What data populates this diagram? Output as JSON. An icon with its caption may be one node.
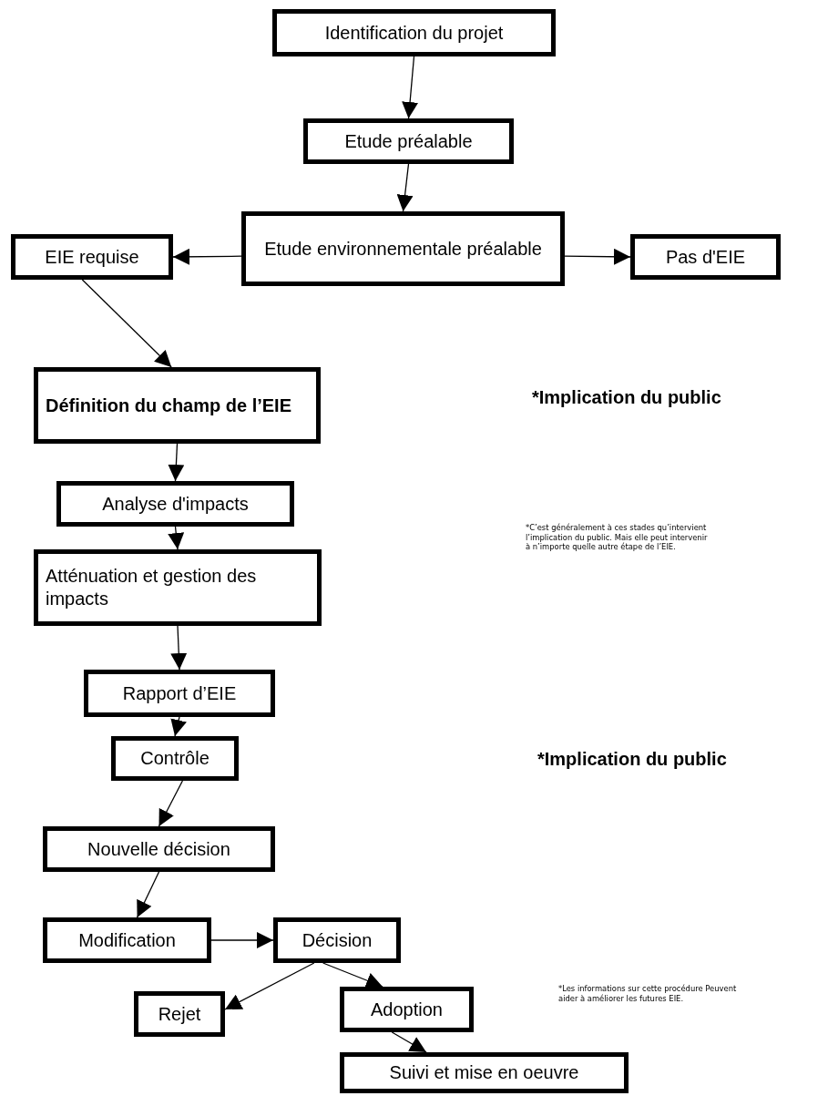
{
  "diagram": {
    "nodes": [
      {
        "text": [
          "Identification du projet"
        ]
      },
      {
        "text": [
          "Etude préalable"
        ]
      },
      {
        "text": [
          "Etude environnementale préalable"
        ]
      },
      {
        "text": [
          "EIE requise"
        ]
      },
      {
        "text": [
          "Pas d'EIE"
        ]
      },
      {
        "text": [
          "Définition du champ de l’EIE"
        ]
      },
      {
        "text": [
          "Analyse d'impacts"
        ]
      },
      {
        "text": [
          "Atténuation et gestion des impacts"
        ]
      },
      {
        "text": [
          "Rapport d’EIE"
        ]
      },
      {
        "text": [
          "Contrôle"
        ]
      },
      {
        "text": [
          "Nouvelle décision"
        ]
      },
      {
        "text": [
          "Modification"
        ]
      },
      {
        "text": [
          "Décision"
        ]
      },
      {
        "text": [
          "Rejet"
        ]
      },
      {
        "text": [
          "Adoption"
        ]
      },
      {
        "text": [
          "Suivi et mise en oeuvre"
        ]
      }
    ],
    "edges": [
      {
        "from": 0,
        "to": 1,
        "arrow": "to"
      },
      {
        "from": 1,
        "to": 2,
        "arrow": "to"
      },
      {
        "from": 2,
        "to": 3,
        "arrow": "to"
      },
      {
        "from": 2,
        "to": 4,
        "arrow": "to"
      },
      {
        "from": 3,
        "to": 5,
        "arrow": "to"
      },
      {
        "from": 5,
        "to": 6,
        "arrow": "to"
      },
      {
        "from": 6,
        "to": 7,
        "arrow": "to"
      },
      {
        "from": 7,
        "to": 8,
        "arrow": "to"
      },
      {
        "from": 8,
        "to": 9,
        "arrow": "to"
      },
      {
        "from": 9,
        "to": 10,
        "arrow": "to"
      },
      {
        "from": 10,
        "to": 11,
        "arrow": "to"
      },
      {
        "from": 11,
        "to": 12,
        "arrow": "to"
      },
      {
        "from": 12,
        "to": 13,
        "arrow": "to"
      },
      {
        "from": 12,
        "to": 14,
        "arrow": "to"
      },
      {
        "from": 14,
        "to": 15,
        "arrow": "to"
      }
    ],
    "labels": [
      "*Implication du public",
      "*C’est généralement à ces stades qu’intervient l’implication du public. Mais elle peut intervenir à n’importe quelle autre étape de l’EIE.",
      "*Implication du public",
      "*Les informations sur cette procédure Peuvent aider à améliorer les futures EIE."
    ]
  }
}
